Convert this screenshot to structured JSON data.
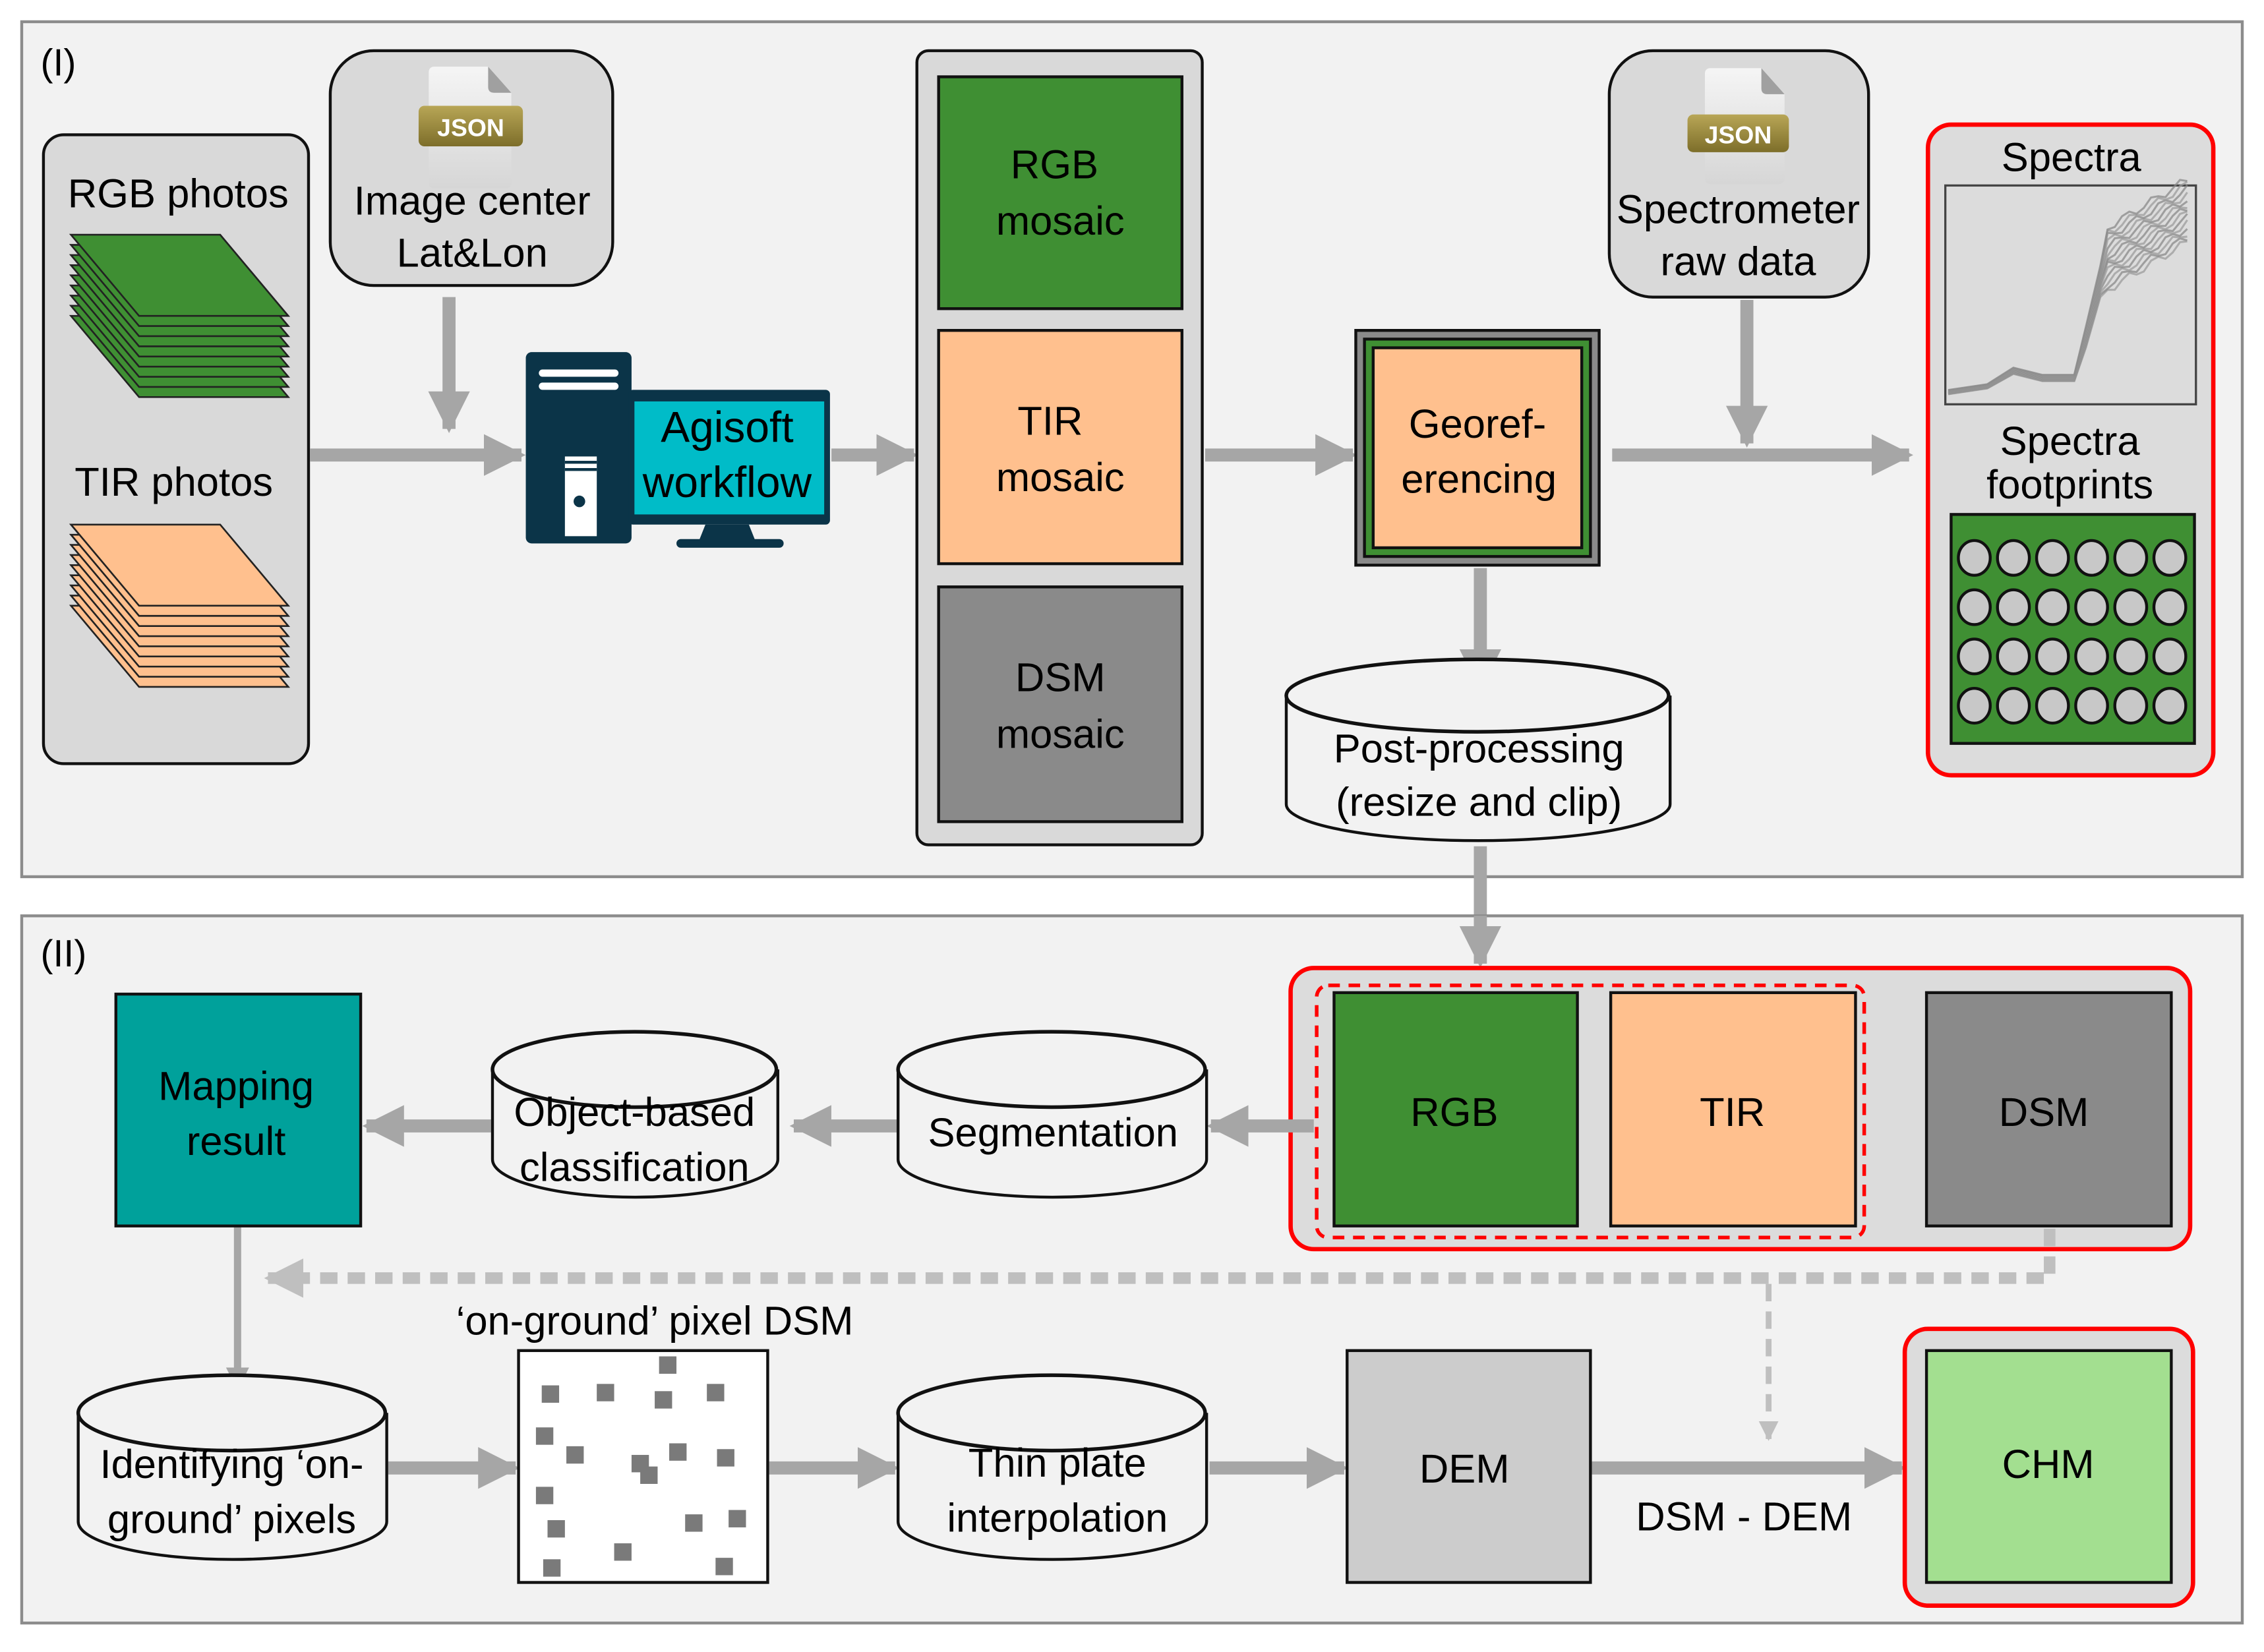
{
  "panels": {
    "one": {
      "tag": "(I)"
    },
    "two": {
      "tag": "(II)"
    }
  },
  "inputs": {
    "rgb_photos": "RGB photos",
    "tir_photos": "TIR photos",
    "image_center_line1": "Image center",
    "image_center_line2": "Lat&Lon",
    "json_badge": "JSON",
    "spectrometer_line1": "Spectrometer",
    "spectrometer_line2": "raw data"
  },
  "agisoft": {
    "line1": "Agisoft",
    "line2": "workflow"
  },
  "mosaics": {
    "rgb_line1": "RGB",
    "rgb_line2": "mosaic",
    "tir_line1": "TIR",
    "tir_line2": "mosaic",
    "dsm_line1": "DSM",
    "dsm_line2": "mosaic"
  },
  "georef": {
    "line1": "Georef-",
    "line2": "erencing"
  },
  "spectra": {
    "title": "Spectra",
    "footprints_line1": "Spectra",
    "footprints_line2": "footprints",
    "footprint_grid": {
      "rows": 4,
      "cols": 6
    }
  },
  "post_processing": {
    "line1": "Post-processing",
    "line2": "(resize and clip)"
  },
  "layers": {
    "rgb": "RGB",
    "tir": "TIR",
    "dsm": "DSM"
  },
  "segmentation": "Segmentation",
  "classification": {
    "line1": "Object-based",
    "line2": "classification"
  },
  "mapping": {
    "line1": "Mapping",
    "line2": "result"
  },
  "identifying": {
    "line1": "Identifying ‘on-",
    "line2": "ground’ pixels"
  },
  "onground_dsm_label": "‘on-ground’ pixel DSM",
  "thin_plate": {
    "line1": "Thin plate",
    "line2": "interpolation"
  },
  "dem": "DEM",
  "dsm_minus_dem": "DSM - DEM",
  "chm": "CHM",
  "colors": {
    "green": "#3f8f33",
    "tir": "#ffc08e",
    "dsm": "#8a8a8a",
    "teal": "#00a19b",
    "monitor": "#00bcc8",
    "tower": "#0b3448",
    "dem": "#cccccc",
    "chm": "#a3df90",
    "highlight": "#ff0000",
    "arrow": "#a6a6a6",
    "panel_bg": "#f2f2f2",
    "box_bg": "#d9d9d9"
  }
}
